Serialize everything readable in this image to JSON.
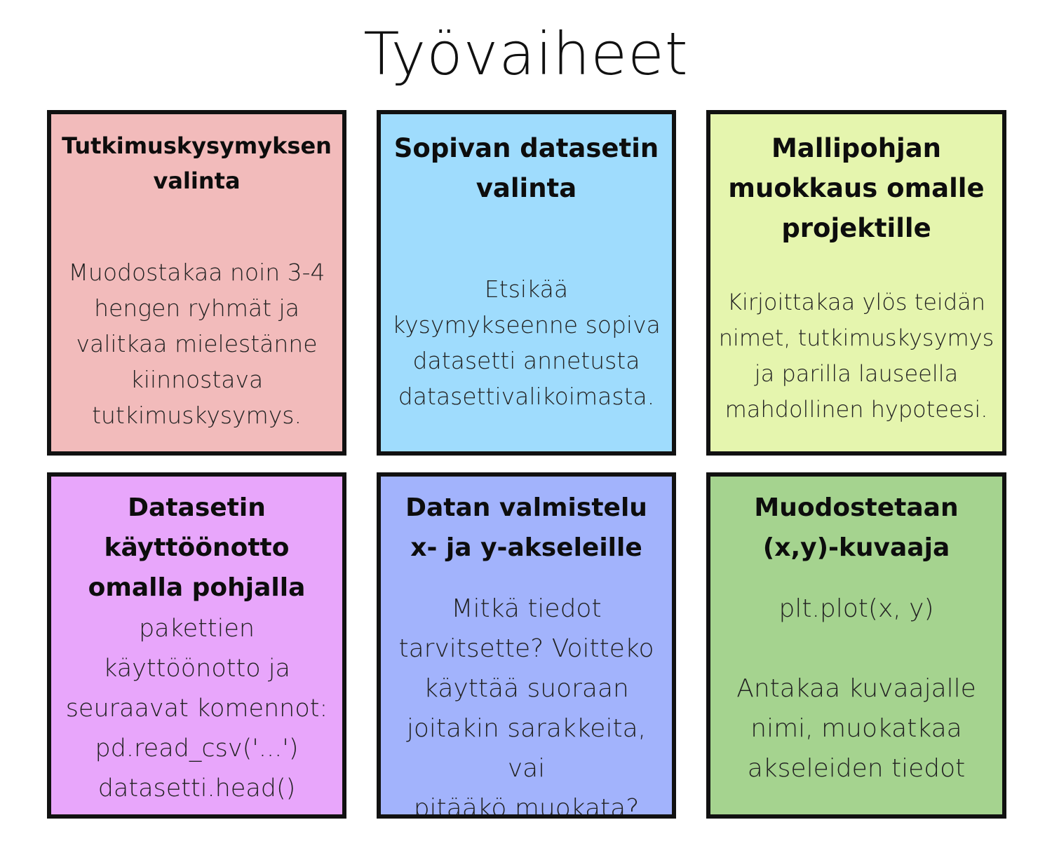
{
  "title": "Työvaiheet",
  "cards": [
    {
      "heading": "Tutkimuskysymyksen\nvalinta",
      "body": "Muodostakaa noin 3-4\nhengen ryhmät ja\nvalitkaa mielestänne\nkiinnostava\ntutkimuskysymys.",
      "color": "#f2bbbb"
    },
    {
      "heading": "Sopivan datasetin\nvalinta",
      "body": "Etsikää\nkysymykseenne sopiva\ndatasetti annetusta\ndatasettivalikoimasta.",
      "color": "#9fdcfd"
    },
    {
      "heading": "Mallipohjan\nmuokkaus omalle\nprojektille",
      "body": "Kirjoittakaa ylös teidän\nnimet, tutkimuskysymys\nja parilla lauseella\nmahdollinen hypoteesi.",
      "color": "#e5f5ae"
    },
    {
      "heading": "Datasetin\nkäyttöönotto\nomalla pohjalla",
      "body": "pakettien\nkäyttöönotto ja\nseuraavat komennot:\npd.read_csv('...')\ndatasetti.head()",
      "color": "#e8a6fb"
    },
    {
      "heading": "Datan valmistelu\nx- ja y-akseleille",
      "body": "Mitkä tiedot\ntarvitsette? Voitteko\nkäyttää suoraan\njoitakin sarakkeita, vai\npitääkö muokata?",
      "color": "#a2b3fc"
    },
    {
      "heading": "Muodostetaan\n(x,y)-kuvaaja",
      "body": "plt.plot(x, y)\n\nAntakaa kuvaajalle\nnimi, muokatkaa\nakseleiden tiedot",
      "color": "#a5d38f"
    }
  ]
}
